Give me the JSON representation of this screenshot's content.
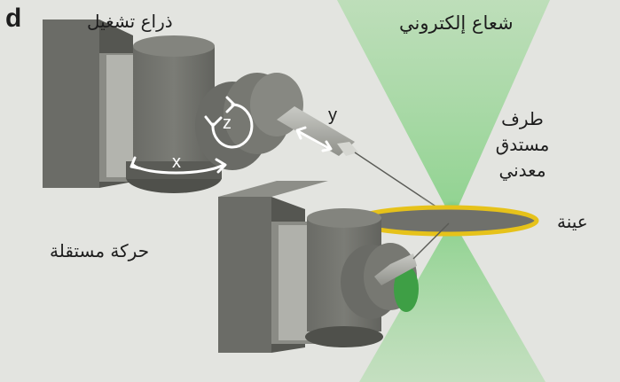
{
  "panel_letter": "d",
  "labels": {
    "electron_beam": "شعاع إلكتروني",
    "manipulator_arm": "ذراع تشغيل",
    "independent_motion": "حركة مستقلة",
    "tip_line1": "طرف",
    "tip_line2": "مستدق",
    "tip_line3": "معدني",
    "sample": "عينة"
  },
  "axes": {
    "x": "x",
    "y": "y",
    "z": "z"
  },
  "colors": {
    "background": "#e3e4e0",
    "beam": "#9fd99a",
    "beam_focus": "#49b85a",
    "metal_dark": "#5d5e5a",
    "metal_mid": "#75766f",
    "metal_light": "#8c8d86",
    "sample_ring": "#e6c21a",
    "sample_disk": "#6f706b",
    "arrow": "#ffffff",
    "lower_end_cap": "#3e9f45"
  }
}
